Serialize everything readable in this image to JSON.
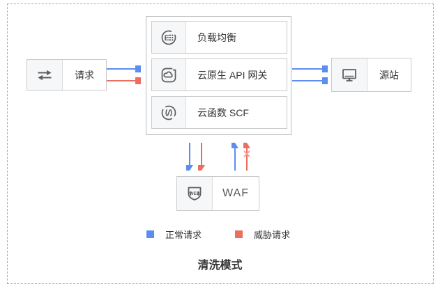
{
  "title": "清洗模式",
  "nodes": {
    "request": {
      "label": "请求",
      "icon": "exchange-icon"
    },
    "cluster": {
      "items": [
        {
          "label": "负载均衡",
          "icon": "load-balancer-icon"
        },
        {
          "label": "云原生 API 网关",
          "icon": "api-gateway-cloud-icon"
        },
        {
          "label": "云函数 SCF",
          "icon": "cloud-function-icon"
        }
      ]
    },
    "origin": {
      "label": "源站",
      "icon": "monitor-icon"
    },
    "waf": {
      "label": "WAF",
      "icon": "web-shield-icon"
    }
  },
  "edges": [
    {
      "from": "request",
      "to": "cluster",
      "type": "normal",
      "color": "#5b8ef0"
    },
    {
      "from": "request",
      "to": "cluster",
      "type": "threat",
      "color": "#ec6e60"
    },
    {
      "from": "cluster",
      "to": "origin",
      "type": "normal",
      "color": "#5b8ef0"
    },
    {
      "from": "cluster",
      "to": "origin",
      "type": "normal",
      "color": "#5b8ef0"
    },
    {
      "from": "cluster",
      "to": "waf",
      "type": "normal",
      "color": "#5b8ef0"
    },
    {
      "from": "cluster",
      "to": "waf",
      "type": "threat",
      "color": "#ec6e60"
    },
    {
      "from": "waf",
      "to": "cluster",
      "type": "normal",
      "color": "#5b8ef0"
    },
    {
      "from": "waf",
      "to": "cluster",
      "type": "threat-blocked",
      "color": "#ec6e60"
    }
  ],
  "legend": {
    "items": [
      {
        "label": "正常请求",
        "color": "#5b8ef0",
        "icon": "blue-square-swatch"
      },
      {
        "label": "威胁请求",
        "color": "#ec6e60",
        "icon": "red-square-swatch"
      }
    ]
  },
  "colors": {
    "normal_request": "#5b8ef0",
    "threat_request": "#ec6e60",
    "blocked_cross": "#f3a49c",
    "node_border": "#c9c9c9",
    "icon_stroke": "#5e5e5e",
    "text": "#333333",
    "icon_cell_bg": "#f6f7f8"
  }
}
